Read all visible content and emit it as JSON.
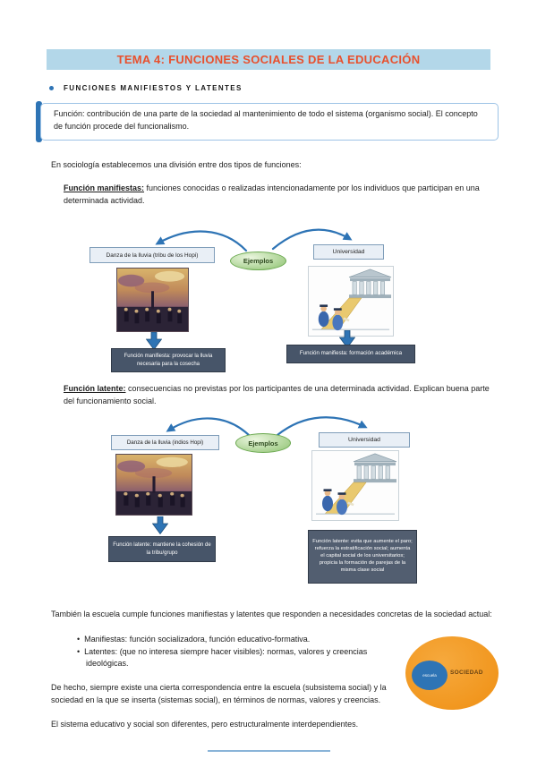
{
  "colors": {
    "accent_blue": "#2e74b5",
    "header_bg": "#b3d7e9",
    "header_text": "#e8502d",
    "callout_border": "#9dc3e6",
    "label_box_bg": "#e9eff6",
    "caption_bg": "#475569",
    "ejemplos_green": "#a5cf8c",
    "sociedad_orange": "#ef8f12"
  },
  "header": {
    "title": "TEMA 4: FUNCIONES SOCIALES DE LA EDUCACIÓN"
  },
  "section": {
    "heading": "FUNCIONES MANIFIESTOS Y LATENTES"
  },
  "definition": {
    "text": "Función: contribución de una parte de la sociedad al mantenimiento de todo el sistema (organismo social). El concepto de función procede del funcionalismo."
  },
  "intro": {
    "text": "En sociología establecemos una división entre dos tipos de funciones:"
  },
  "manifest": {
    "term": "Función manifiestas:",
    "text": " funciones conocidas o realizadas intencionadamente por los individuos que participan en una determinada actividad."
  },
  "latent": {
    "term": "Función latente:",
    "text": " consecuencias no previstas por los participantes de una determinada actividad. Explican buena parte del funcionamiento social."
  },
  "diagram_manifest": {
    "left_label": "Danza de la lluvia (tribu de los Hopi)",
    "center_label": "Ejemplos",
    "right_label": "Universidad",
    "left_caption": "Función manifiesta: provocar la lluvia necesaria para la cosecha",
    "right_caption": "Función manifiesta: formación académica"
  },
  "diagram_latent": {
    "left_label": "Danza de la lluvia (indios Hopi)",
    "center_label": "Ejemplos",
    "right_label": "Universidad",
    "left_caption": "Función latente: mantiene la cohesión de la tribu/grupo",
    "right_caption": "Función latente: evita que aumente el paro; refuerza la estratificación social; aumenta el capital social de los universitarios; propicia la formación de parejas de la misma clase social"
  },
  "school": {
    "intro": "También la escuela cumple funciones manifiestas y latentes que responden a necesidades concretas de la sociedad actual:",
    "bullets": [
      {
        "term": "Manifiestas:",
        "text": " función socializadora, función educativo-formativa."
      },
      {
        "term": "Latentes:",
        "text": " (que no interesa siempre hacer visibles): normas, valores y creencias ideológicas."
      }
    ]
  },
  "closing": {
    "p1": "De hecho, siempre existe una cierta correspondencia entre la escuela (subsistema social) y la sociedad en la que se inserta (sistemas social), en términos de normas, valores y creencias.",
    "p2": "El sistema educativo y social son diferentes, pero estructuralmente interdependientes."
  },
  "venn": {
    "outer": "SOCIEDAD",
    "inner": "escuela"
  }
}
